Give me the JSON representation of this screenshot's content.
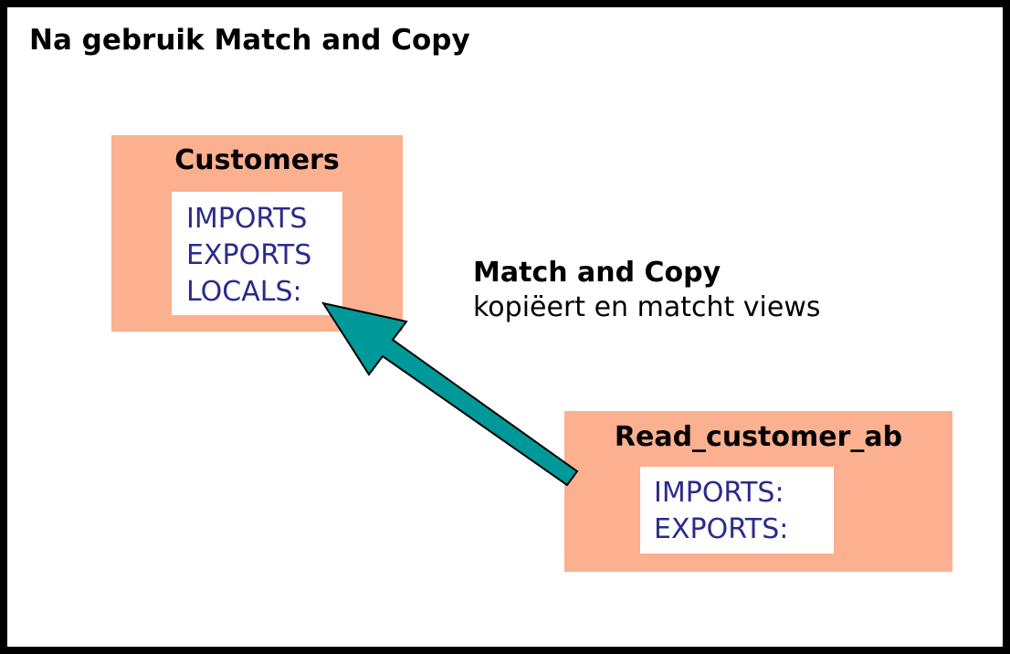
{
  "title": "Na gebruik Match and Copy",
  "customers": {
    "name": "Customers",
    "views": [
      "IMPORTS",
      "EXPORTS",
      "LOCALS:"
    ]
  },
  "read_customer": {
    "name": "Read_customer_ab",
    "views": [
      "IMPORTS:",
      "EXPORTS:"
    ]
  },
  "annotation": {
    "title": "Match and Copy",
    "text": "kopiëert en matcht views"
  },
  "colors": {
    "module_fill": "#fbb08f",
    "view_text": "#2b2b8c",
    "arrow_fill": "#009999",
    "frame": "#000000"
  }
}
